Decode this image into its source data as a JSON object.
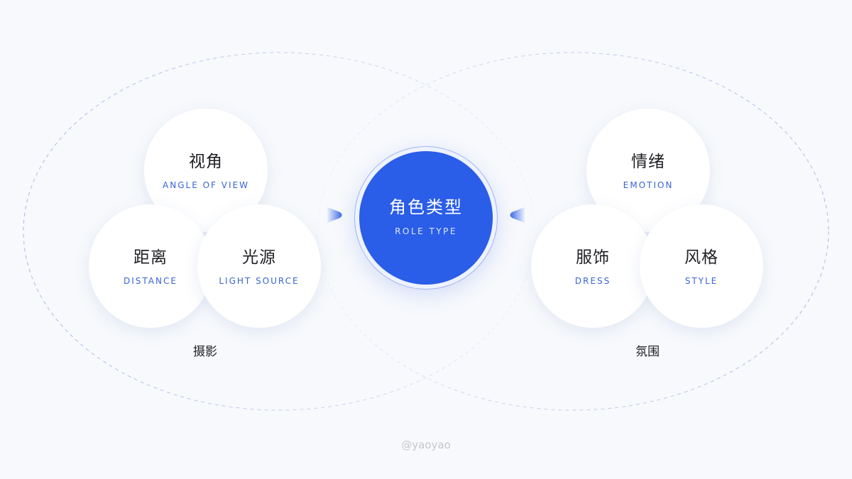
{
  "center": {
    "zh": "角色类型",
    "en": "ROLE TYPE",
    "color": "#2a5de8"
  },
  "groups": [
    {
      "label": "摄影",
      "nodes": [
        {
          "zh": "视角",
          "en": "ANGLE OF VIEW"
        },
        {
          "zh": "距离",
          "en": "DISTANCE"
        },
        {
          "zh": "光源",
          "en": "LIGHT SOURCE"
        }
      ]
    },
    {
      "label": "氛围",
      "nodes": [
        {
          "zh": "情绪",
          "en": "EMOTION"
        },
        {
          "zh": "服饰",
          "en": "DRESS"
        },
        {
          "zh": "风格",
          "en": "STYLE"
        }
      ]
    }
  ],
  "icons": {
    "left_arrow": "triangle-right-icon",
    "right_arrow": "triangle-left-icon"
  },
  "colors": {
    "accent": "#2a5de8",
    "sub_text": "#3a63d6",
    "dashed": "#b7c1ea",
    "background": "#f7f9fc"
  },
  "watermark": "@yaoyao"
}
